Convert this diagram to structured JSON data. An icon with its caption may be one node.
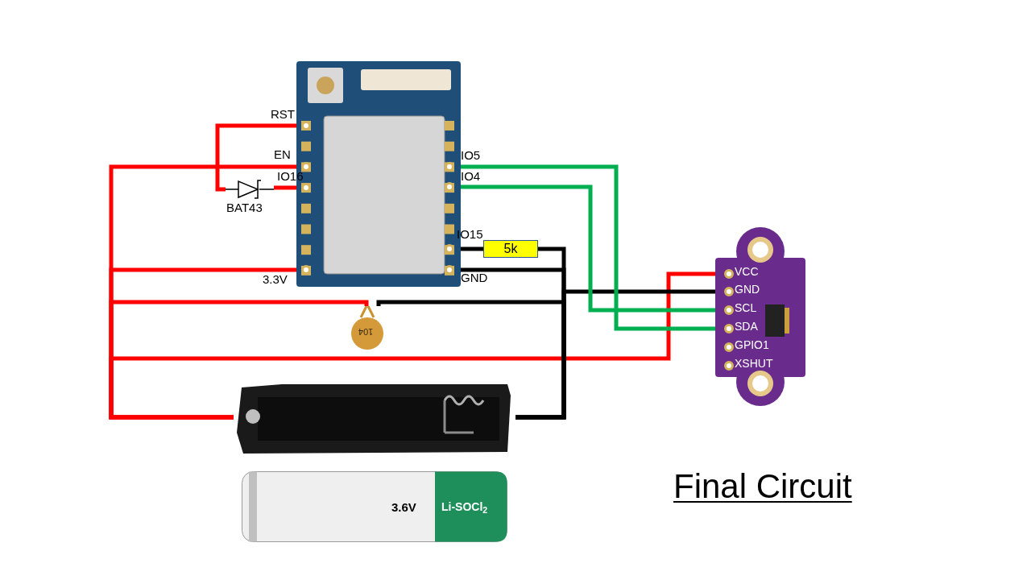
{
  "diagram": {
    "title": "Final Circuit",
    "nodes": [
      {
        "text": [],
        "shape": "picture"
      },
      {
        "text": [],
        "shape": "box",
        "in": 0,
        "beside": [
          "RST"
        ]
      },
      {
        "text": [],
        "shape": "box",
        "in": 0,
        "beside": [
          "EN"
        ]
      },
      {
        "text": [],
        "shape": "box",
        "in": 0,
        "beside": [
          "IO16"
        ]
      },
      {
        "text": [],
        "shape": "box",
        "in": 0,
        "beside": [
          "IO5"
        ]
      },
      {
        "text": [],
        "shape": "box",
        "in": 0,
        "beside": [
          "IO4"
        ]
      },
      {
        "text": [],
        "shape": "box",
        "in": 0,
        "beside": [
          "IO15"
        ]
      },
      {
        "text": [],
        "shape": "box",
        "in": 0,
        "beside": [
          "GND"
        ]
      },
      {
        "text": [],
        "shape": "box",
        "in": 0,
        "beside": [
          "3.3V"
        ]
      },
      {
        "text": [],
        "shape": "diode",
        "beside": [
          "BAT43"
        ]
      },
      {
        "text": [
          "5k"
        ]
      },
      {
        "text": [
          "104"
        ]
      },
      {
        "text": [],
        "shape": "picture"
      },
      {
        "text": [],
        "shape": "box",
        "in": 12,
        "beside": [
          "VCC"
        ]
      },
      {
        "text": [],
        "shape": "box",
        "in": 12,
        "beside": [
          "GND"
        ]
      },
      {
        "text": [],
        "shape": "box",
        "in": 12,
        "beside": [
          "SCL"
        ]
      },
      {
        "text": [],
        "shape": "box",
        "in": 12,
        "beside": [
          "SDA"
        ]
      },
      {
        "text": [],
        "shape": "box",
        "in": 12,
        "beside": [
          "GPIO1"
        ]
      },
      {
        "text": [],
        "shape": "box",
        "in": 12,
        "beside": [
          "XSHUT"
        ]
      },
      {
        "text": [],
        "shape": "picture"
      },
      {
        "text": [
          "3.6V",
          "Li-SOCl$_{2}$"
        ]
      }
    ],
    "edges": [
      {
        "from": 19,
        "to": 2,
        "arrow": "none"
      },
      {
        "from": 19,
        "to": 8,
        "arrow": "none"
      },
      {
        "from": 19,
        "to": 11,
        "arrow": "none"
      },
      {
        "from": 19,
        "to": 13,
        "arrow": "none"
      },
      {
        "from": 1,
        "to": 9,
        "arrow": "none"
      },
      {
        "from": 9,
        "to": 3,
        "arrow": "none"
      },
      {
        "from": 6,
        "to": 10,
        "arrow": "none",
        "color": "#000000"
      },
      {
        "from": 19,
        "to": 10,
        "arrow": "none",
        "color": "#000000"
      },
      {
        "from": 19,
        "to": 7,
        "arrow": "none",
        "color": "#000000"
      },
      {
        "from": 19,
        "to": 11,
        "arrow": "none",
        "color": "#000000"
      },
      {
        "from": 19,
        "to": 14,
        "arrow": "none",
        "color": "#000000"
      },
      {
        "from": 4,
        "to": 16,
        "arrow": "none",
        "color": "#00b050"
      },
      {
        "from": 5,
        "to": 15,
        "arrow": "none",
        "color": "#00b050"
      }
    ]
  }
}
